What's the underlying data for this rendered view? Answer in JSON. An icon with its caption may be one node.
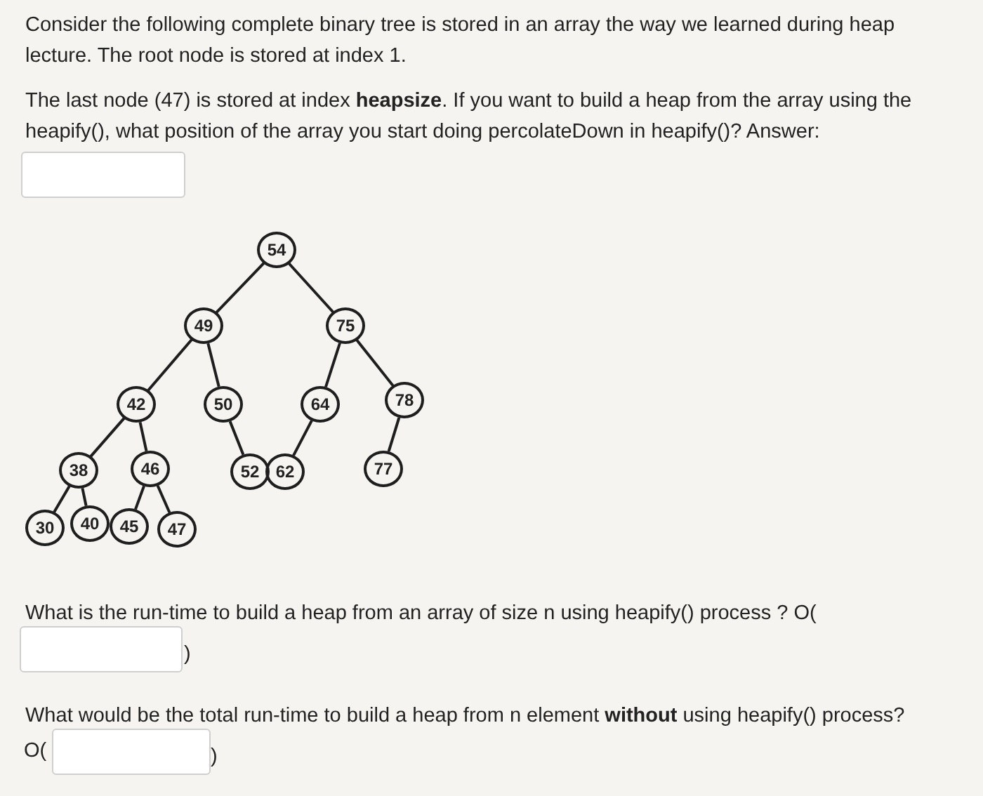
{
  "diagram": {
    "nodes": [
      {
        "text": [
          "54"
        ]
      },
      {
        "text": [
          "49"
        ]
      },
      {
        "text": [
          "75"
        ]
      },
      {
        "text": [
          "42"
        ]
      },
      {
        "text": [
          "50"
        ]
      },
      {
        "text": [
          "64"
        ]
      },
      {
        "text": [
          "78"
        ]
      },
      {
        "text": [
          "38"
        ]
      },
      {
        "text": [
          "46"
        ]
      },
      {
        "text": [
          "52"
        ]
      },
      {
        "text": [
          "62"
        ]
      },
      {
        "text": [
          "77"
        ]
      },
      {
        "text": [
          "30"
        ]
      },
      {
        "text": [
          "40"
        ]
      },
      {
        "text": [
          "45"
        ]
      },
      {
        "text": [
          "47"
        ]
      }
    ],
    "edges": [
      {
        "from": 0,
        "to": 1,
        "arrow": "none"
      },
      {
        "from": 0,
        "to": 2,
        "arrow": "none"
      },
      {
        "from": 1,
        "to": 3,
        "arrow": "none"
      },
      {
        "from": 1,
        "to": 4,
        "arrow": "none"
      },
      {
        "from": 2,
        "to": 5,
        "arrow": "none"
      },
      {
        "from": 2,
        "to": 6,
        "arrow": "none"
      },
      {
        "from": 3,
        "to": 7,
        "arrow": "none"
      },
      {
        "from": 3,
        "to": 8,
        "arrow": "none"
      },
      {
        "from": 4,
        "to": 9,
        "arrow": "none"
      },
      {
        "from": 5,
        "to": 10,
        "arrow": "none"
      },
      {
        "from": 6,
        "to": 11,
        "arrow": "none"
      },
      {
        "from": 7,
        "to": 12,
        "arrow": "none"
      },
      {
        "from": 7,
        "to": 13,
        "arrow": "none"
      },
      {
        "from": 8,
        "to": 14,
        "arrow": "none"
      },
      {
        "from": 8,
        "to": 15,
        "arrow": "none"
      }
    ],
    "labels": [
      "Consider the following complete binary tree is stored in an array the way we learned during heap lecture. The root node is stored at index 1.",
      "The last node (47) is stored at index **heapsize**. If you want to build a heap from the array using the heapify(), what position of the array you start doing percolateDown in heapify()? Answer:",
      "What is the run-time to build a heap from an array of size n using heapify() process ? O(",
      ")",
      "What would be the total run-time to build a heap from n element **without** using heapify() process?",
      "O(",
      ")"
    ]
  }
}
